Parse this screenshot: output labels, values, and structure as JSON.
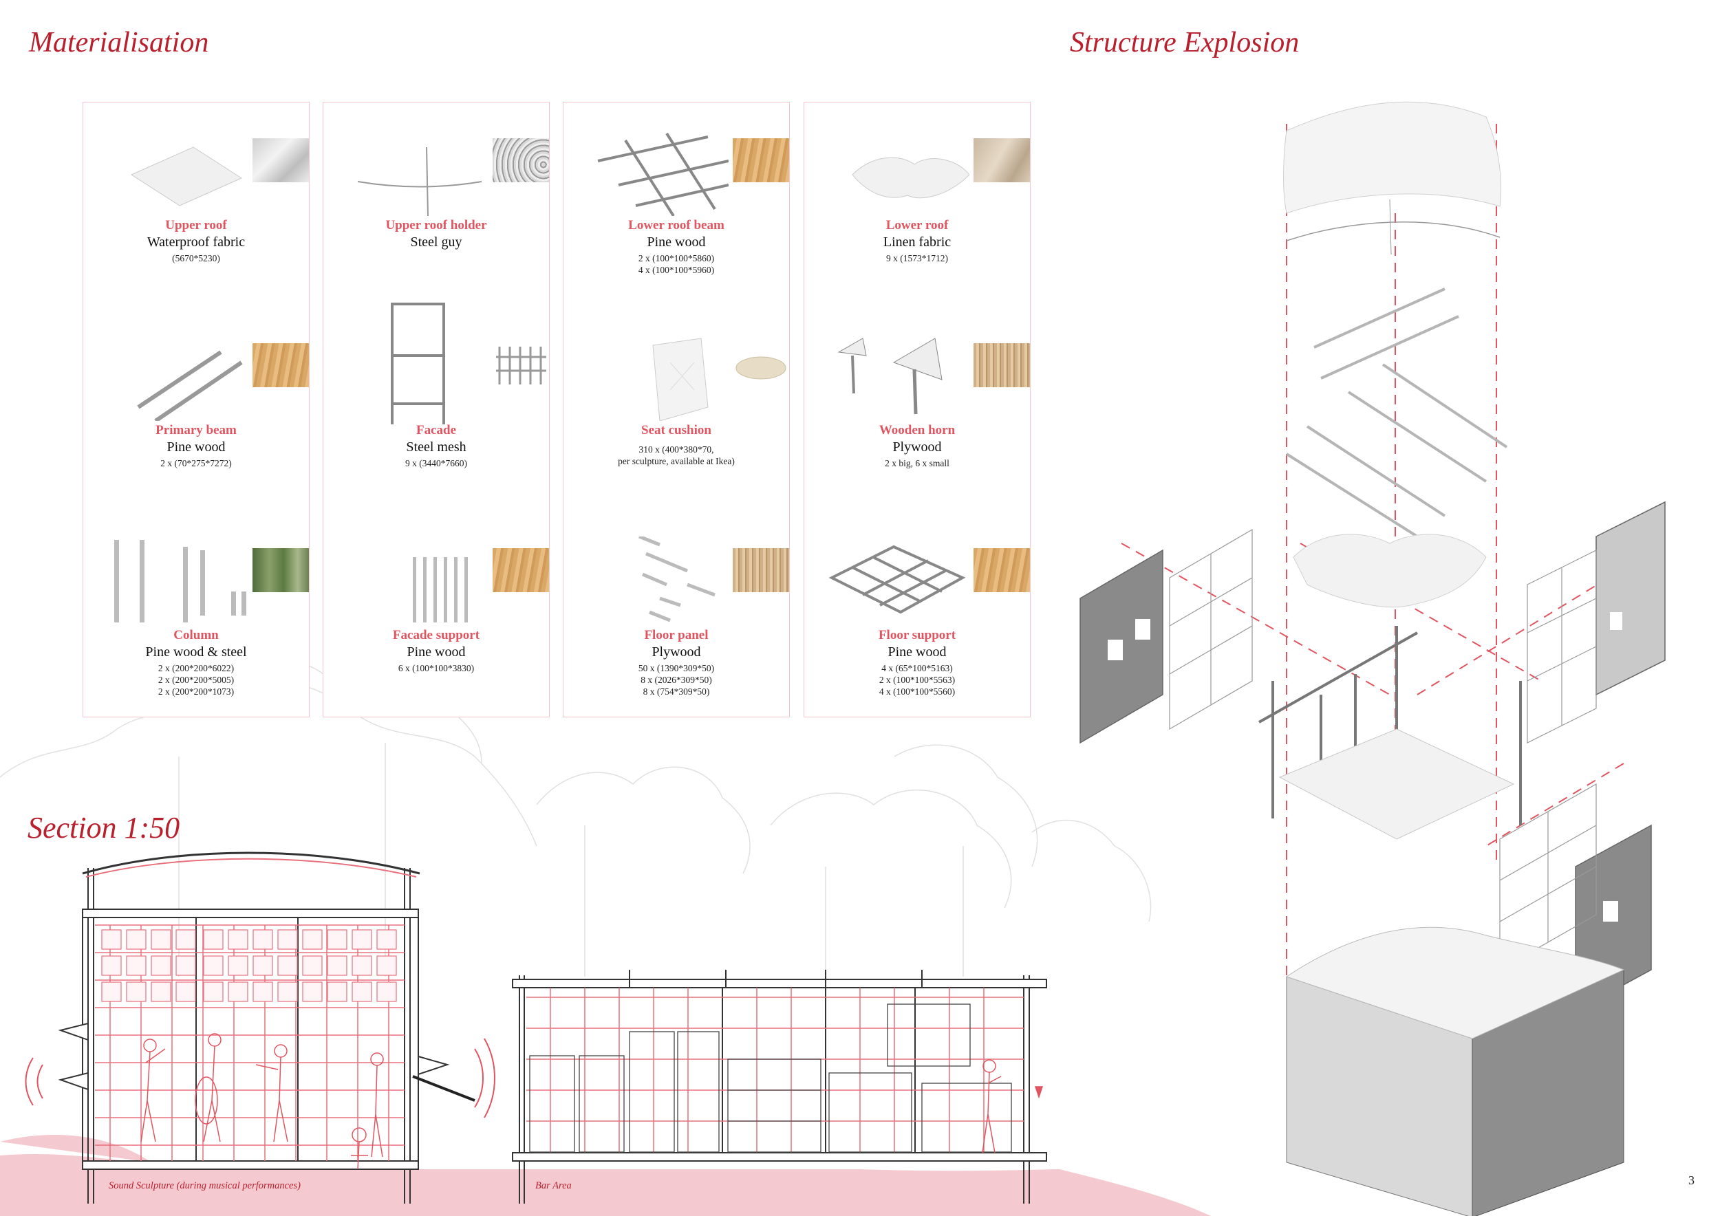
{
  "headings": {
    "materialisation": "Materialisation",
    "structure_explosion": "Structure Explosion",
    "section": "Section 1:50"
  },
  "panels": [
    {
      "items": [
        {
          "name": "Upper roof",
          "material": "Waterproof fabric",
          "dims": "(5670*5230)",
          "photo": "fabric",
          "icon": "roof-fabric-icon"
        },
        {
          "name": "Primary beam",
          "material": "Pine wood",
          "dims": "2 x (70*275*7272)",
          "photo": "wood",
          "icon": "beam-icon"
        },
        {
          "name": "Column",
          "material": "Pine wood & steel",
          "dims": "2 x (200*200*6022)\n2 x (200*200*5005)\n2 x (200*200*1073)",
          "photo": "forest",
          "icon": "column-icon"
        }
      ]
    },
    {
      "items": [
        {
          "name": "Upper roof holder",
          "material": "Steel guy",
          "dims": "",
          "photo": "steel",
          "icon": "steel-guy-icon"
        },
        {
          "name": "Facade",
          "material": "Steel mesh",
          "dims": "9 x (3440*7660)",
          "photo": "mesh",
          "icon": "facade-mesh-icon"
        },
        {
          "name": "Facade support",
          "material": "Pine wood",
          "dims": "6 x (100*100*3830)",
          "photo": "wood",
          "icon": "facade-support-icon"
        }
      ]
    },
    {
      "items": [
        {
          "name": "Lower roof beam",
          "material": "Pine wood",
          "dims": "2 x (100*100*5860)\n4 x (100*100*5960)",
          "photo": "wood",
          "icon": "grid-beam-icon"
        },
        {
          "name": "Seat cushion",
          "material": "",
          "dims": "310 x (400*380*70,\nper sculpture, available at Ikea)",
          "photo": "cushion",
          "icon": "cushion-icon"
        },
        {
          "name": "Floor panel",
          "material": "Plywood",
          "dims": "50 x (1390*309*50)\n8 x (2026*309*50)\n8 x (754*309*50)",
          "photo": "plywood",
          "icon": "floor-panel-icon"
        }
      ]
    },
    {
      "items": [
        {
          "name": "Lower roof",
          "material": "Linen fabric",
          "dims": "9 x (1573*1712)",
          "photo": "linen",
          "icon": "linen-roof-icon"
        },
        {
          "name": "Wooden horn",
          "material": "Plywood",
          "dims": "2 x big, 6 x small",
          "photo": "plywood",
          "icon": "horn-icon"
        },
        {
          "name": "Floor support",
          "material": "Pine wood",
          "dims": "4 x (65*100*5163)\n2 x (100*100*5563)\n4 x (100*100*5560)",
          "photo": "wood",
          "icon": "floor-support-icon"
        }
      ]
    }
  ],
  "captions": {
    "sound": "Sound Sculpture (during musical performances)",
    "bar": "Bar Area"
  },
  "page_number": "3",
  "colors": {
    "accent": "#b8202e",
    "label": "#e05560",
    "panel_border": "#f3c7cd",
    "ground": "#f4c9d0",
    "section_grid": "#e8707c"
  }
}
